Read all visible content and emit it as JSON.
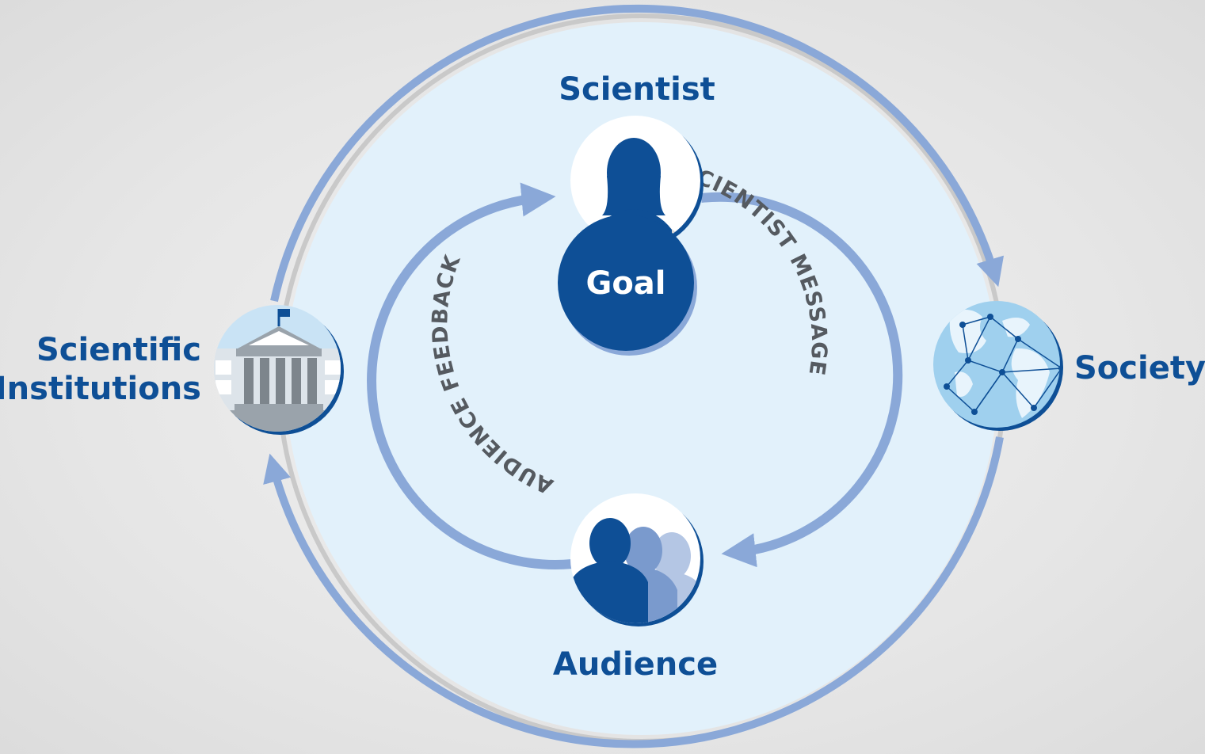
{
  "nodes": {
    "scientist": "Scientist",
    "goal": "Goal",
    "audience": "Audience",
    "institutions_line1": "Scientific",
    "institutions_line2": "Institutions",
    "society": "Society"
  },
  "flows": {
    "message": "SCIENTIST MESSAGE",
    "feedback": "AUDIENCE FEEDBACK"
  },
  "colors": {
    "primary": "#0e4f96",
    "arrow": "#8aa8d8",
    "inner_fill": "#e2f1fb",
    "text_gray": "#555a60"
  },
  "icons": {
    "scientist": "scientist-silhouette-icon",
    "audience": "audience-group-icon",
    "institutions": "institution-building-icon",
    "society": "globe-network-icon"
  }
}
